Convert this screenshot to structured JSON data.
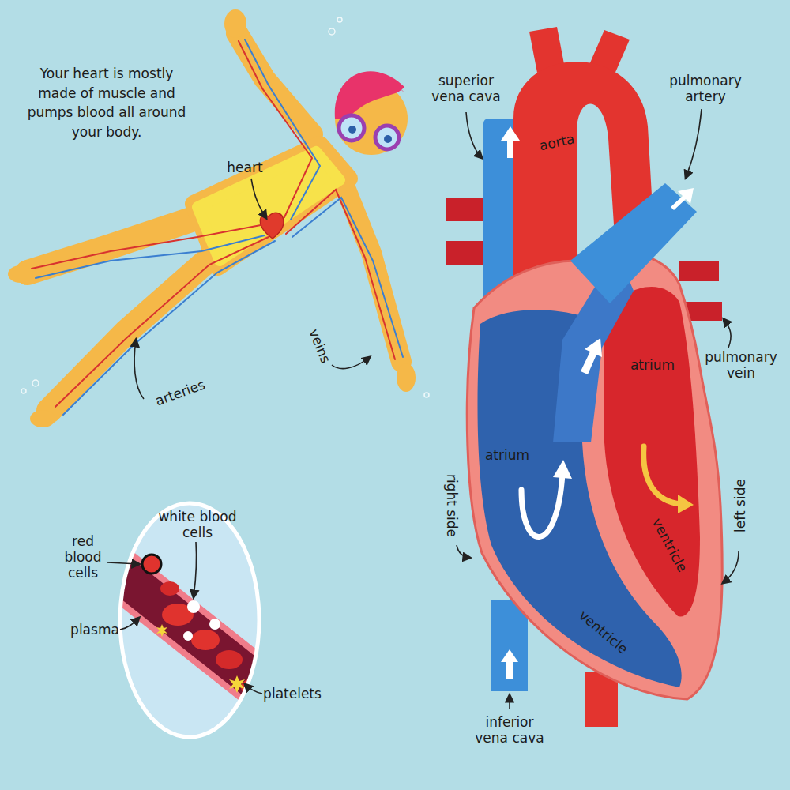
{
  "diagram": {
    "labels": [
      "Your heart is mostly made of muscle and pumps blood all around your body.",
      "heart",
      "veins",
      "arteries",
      "red blood cells",
      "white blood cells",
      "plasma",
      "platelets",
      "superior vena cava",
      "aorta",
      "pulmonary artery",
      "pulmonary vein",
      "atrium",
      "atrium",
      "right side",
      "left side",
      "ventricle",
      "ventricle",
      "inferior vena cava"
    ]
  }
}
